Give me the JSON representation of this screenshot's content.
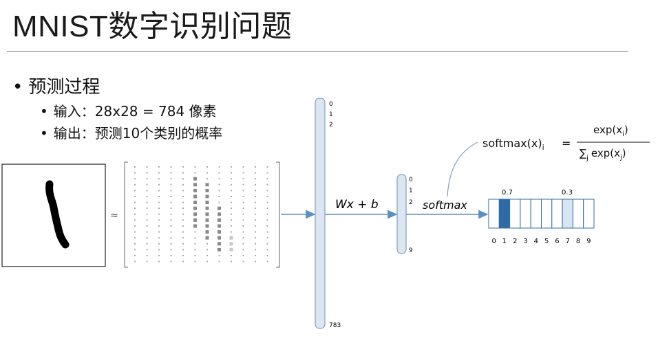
{
  "title": "MNIST数字识别问题",
  "bullets": {
    "main": "预测过程",
    "input": "输入：28x28 = 784 像素",
    "output": "输出：预测10个类别的概率"
  },
  "approx_symbol": "≈",
  "input_vector": {
    "top_labels": [
      "0",
      "1",
      "2"
    ],
    "bottom_label": "783"
  },
  "output_vector": {
    "top_labels": [
      "0",
      "1",
      "2"
    ],
    "bottom_label": "9"
  },
  "ops": {
    "linear": "Wx + b",
    "activation": "softmax"
  },
  "formula": {
    "lhs": "softmax(x)",
    "lhs_sub": "i",
    "eq": "=",
    "num": "exp(x",
    "num_sub": "i",
    "num_end": ")",
    "den_sum": "∑",
    "den_sum_sub": "j",
    "den": "exp(x",
    "den_sub": "j",
    "den_end": ")"
  },
  "prob_labels": {
    "high": "0.7",
    "low": "0.3"
  },
  "prob_bar": {
    "digits": [
      "0",
      "1",
      "2",
      "3",
      "4",
      "5",
      "6",
      "7",
      "8",
      "9"
    ],
    "values": [
      0,
      0.7,
      0,
      0,
      0,
      0,
      0,
      0.3,
      0,
      0
    ],
    "colors": {
      "high": "#2e6aa5",
      "low": "#d8e6f3",
      "empty": "#ffffff",
      "border": "#2f6fa3"
    }
  },
  "colors": {
    "vector_fill": "#dce6f1",
    "vector_stroke": "#7f9fbd",
    "arrow": "#5b8fc0"
  }
}
